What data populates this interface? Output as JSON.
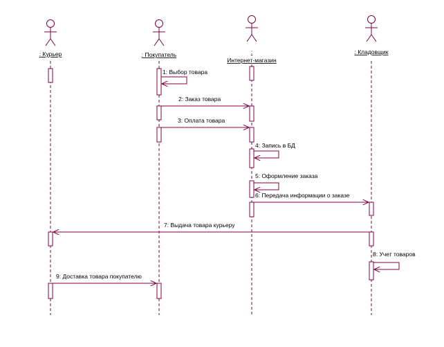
{
  "actors": [
    {
      "id": "courier",
      "label": ": Курьер",
      "label_lines": [
        ": Курьер"
      ]
    },
    {
      "id": "buyer",
      "label": ": Покупатель",
      "label_lines": [
        ": Покупатель"
      ]
    },
    {
      "id": "shop",
      "label": ": Интернет-магазин",
      "label_lines": [
        ":",
        "Интернет-магазин"
      ]
    },
    {
      "id": "storekeeper",
      "label": ": Кладовщик",
      "label_lines": [
        ": Кладовщик"
      ]
    }
  ],
  "messages": [
    {
      "number": "1",
      "text": "1: Выбор товара",
      "from": "buyer",
      "to": "buyer"
    },
    {
      "number": "2",
      "text": "2: Заказ товара",
      "from": "buyer",
      "to": "shop"
    },
    {
      "number": "3",
      "text": "3: Оплата товара",
      "from": "buyer",
      "to": "shop"
    },
    {
      "number": "4",
      "text": "4: Запись в БД",
      "from": "shop",
      "to": "shop"
    },
    {
      "number": "5",
      "text": "5: Оформление заказа",
      "from": "shop",
      "to": "shop"
    },
    {
      "number": "6",
      "text": "6: Передача информации о заказе",
      "from": "shop",
      "to": "storekeeper"
    },
    {
      "number": "7",
      "text": "7: Выдача товара курьеру",
      "from": "storekeeper",
      "to": "courier"
    },
    {
      "number": "8",
      "text": "8: Учет товаров",
      "from": "storekeeper",
      "to": "storekeeper"
    },
    {
      "number": "9",
      "text": "9: Доставка товара покупателю",
      "from": "courier",
      "to": "buyer"
    }
  ],
  "colors": {
    "line": "#800040",
    "text": "#000000",
    "background": "#ffffff"
  },
  "icons": {
    "actor": "stick-figure-icon"
  }
}
